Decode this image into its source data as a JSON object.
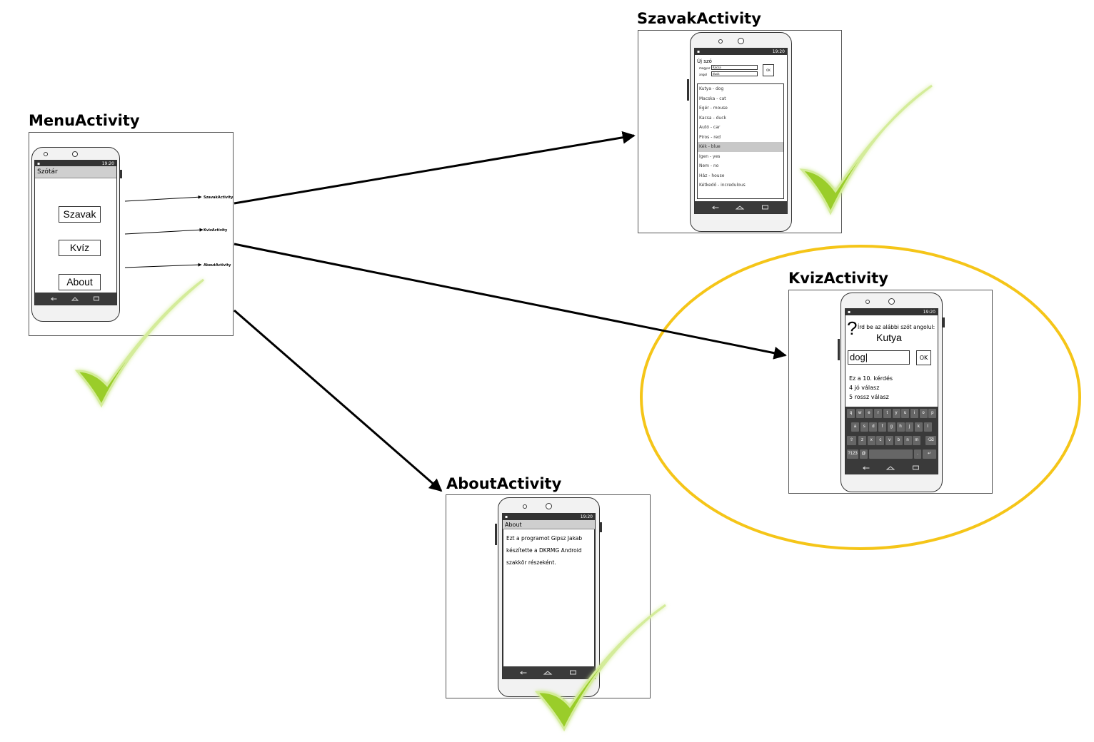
{
  "titles": {
    "menu": "MenuActivity",
    "szavak": "SzavakActivity",
    "kviz": "KvizActivity",
    "about": "AboutActivity"
  },
  "status_time": "19:20",
  "menu": {
    "actionbar": "Szótár",
    "buttons": [
      "Szavak",
      "Kvíz",
      "About"
    ],
    "link_labels": [
      "SzavakActivity",
      "KvizActivity",
      "AboutActivity"
    ]
  },
  "szavak": {
    "header": "Új szó",
    "field_labels": [
      "magyar",
      "angol"
    ],
    "field_values": [
      "Kacsa",
      "duck"
    ],
    "ok": "OK",
    "words": [
      "Kutya - dog",
      "Macska - cat",
      "Egér - mouse",
      "Kacsa - duck",
      "Autó - car",
      "Piros - red",
      "Kék - blue",
      "Igen - yes",
      "Nem - no",
      "Ház - house",
      "Kétkedő - incredulous"
    ],
    "selected_index": 6
  },
  "kviz": {
    "question_mark": "?",
    "prompt": "Írd be az alábbi szót angolul:",
    "word": "Kutya",
    "answer": "dog|",
    "ok": "OK",
    "stats": [
      "Ez a 10. kérdés",
      "4 jó válasz",
      "5 rossz válasz"
    ],
    "keyboard": {
      "row1": [
        "q",
        "w",
        "e",
        "r",
        "t",
        "y",
        "u",
        "i",
        "o",
        "p"
      ],
      "row2": [
        "a",
        "s",
        "d",
        "f",
        "g",
        "h",
        "j",
        "k",
        "l"
      ],
      "row3": [
        "z",
        "x",
        "c",
        "v",
        "b",
        "n",
        "m"
      ],
      "sym": "?123",
      "at": "@",
      "dot": "."
    }
  },
  "about": {
    "actionbar": "About",
    "text_lines": [
      "Ezt a programot Gipsz Jakab",
      "készítette a DKRMG Android",
      "szakkör részeként."
    ]
  },
  "colors": {
    "check": "#9acd2a",
    "check_glow": "#d4ec9a",
    "highlight_ellipse": "#f5c518",
    "statusbar": "#333333",
    "navbar": "#3a3a3a"
  },
  "icons": [
    "back-icon",
    "home-icon",
    "recents-icon",
    "checkmark-icon",
    "arrow-head",
    "backspace-icon",
    "enter-icon",
    "shift-icon"
  ]
}
